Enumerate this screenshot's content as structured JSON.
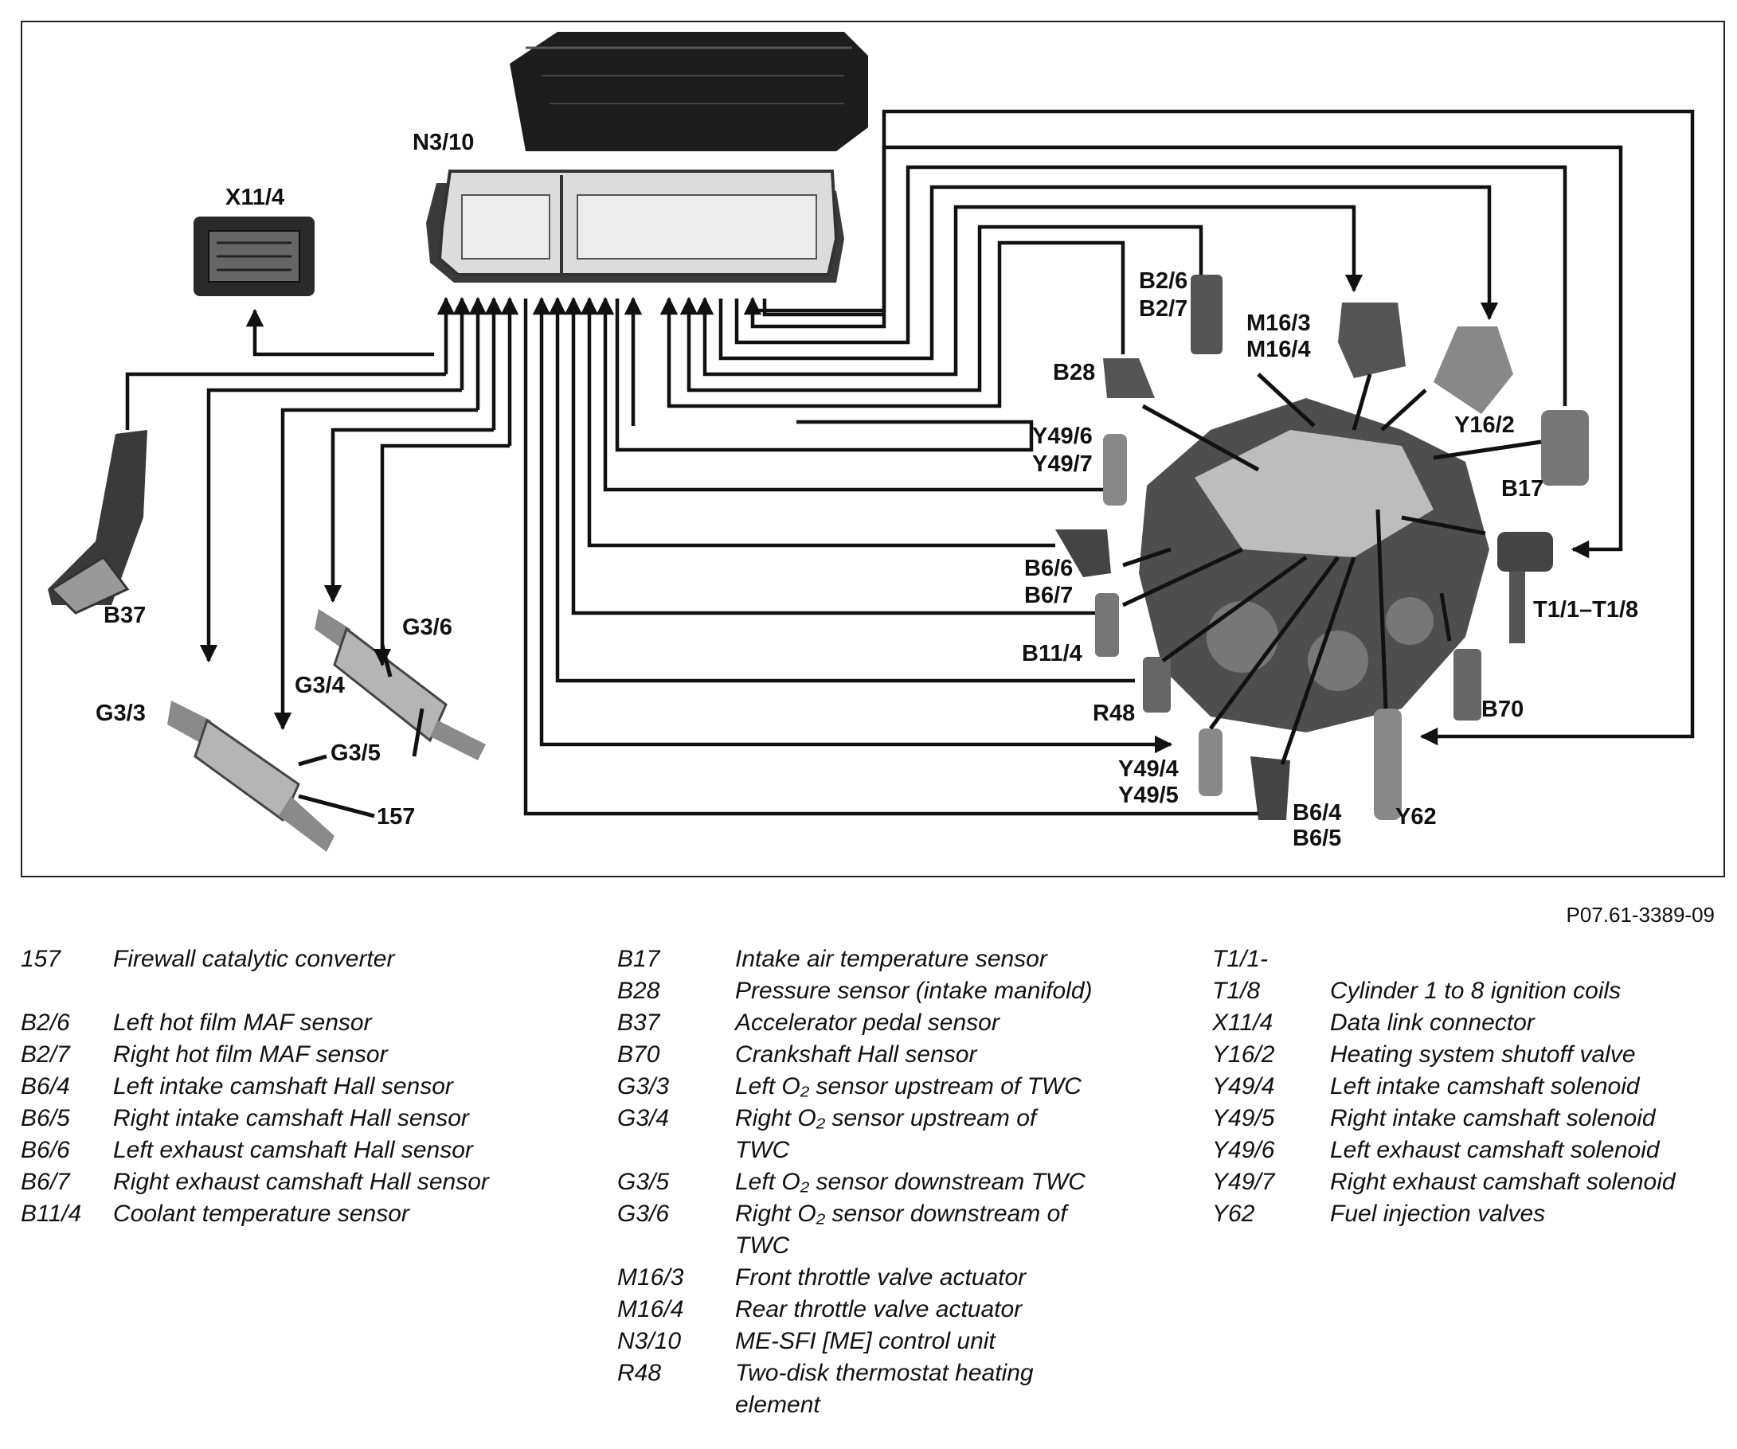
{
  "labels": {
    "n3_10": "N3/10",
    "x11_4": "X11/4",
    "b2_6": "B2/6",
    "b2_7": "B2/7",
    "m16_3": "M16/3",
    "m16_4": "M16/4",
    "b28": "B28",
    "y16_2": "Y16/2",
    "y49_6": "Y49/6",
    "y49_7": "Y49/7",
    "b17": "B17",
    "b6_6": "B6/6",
    "b6_7": "B6/7",
    "t1": "T1/1–T1/8",
    "b11_4": "B11/4",
    "r48": "R48",
    "b70": "B70",
    "y49_4": "Y49/4",
    "y49_5": "Y49/5",
    "b6_4": "B6/4",
    "b6_5": "B6/5",
    "y62": "Y62",
    "b37": "B37",
    "g3_6": "G3/6",
    "g3_4": "G3/4",
    "g3_3": "G3/3",
    "g3_5": "G3/5",
    "c157": "157"
  },
  "reference": "P07.61-3389-09",
  "legend": {
    "col1": [
      {
        "code": "157",
        "text": "Firewall catalytic converter"
      },
      {
        "code": "",
        "text": ""
      },
      {
        "code": "B2/6",
        "text": "Left hot film MAF sensor"
      },
      {
        "code": "B2/7",
        "text": "Right hot film MAF sensor"
      },
      {
        "code": "B6/4",
        "text": "Left intake camshaft Hall sensor"
      },
      {
        "code": "B6/5",
        "text": "Right intake camshaft Hall sensor"
      },
      {
        "code": "B6/6",
        "text": "Left exhaust camshaft Hall sensor"
      },
      {
        "code": "B6/7",
        "text": "Right exhaust camshaft Hall sensor"
      },
      {
        "code": "B11/4",
        "text": "Coolant temperature sensor"
      }
    ],
    "col2": [
      {
        "code": "B17",
        "text": "Intake air temperature sensor"
      },
      {
        "code": "B28",
        "text": "Pressure sensor (intake manifold)"
      },
      {
        "code": "B37",
        "text": "Accelerator pedal sensor"
      },
      {
        "code": "B70",
        "text": "Crankshaft Hall sensor"
      },
      {
        "code": "G3/3",
        "text": "Left O₂ sensor upstream of TWC"
      },
      {
        "code": "G3/4",
        "text": "Right O₂ sensor upstream of"
      },
      {
        "code": "",
        "text": "TWC"
      },
      {
        "code": "G3/5",
        "text": "Left O₂ sensor downstream TWC"
      },
      {
        "code": "G3/6",
        "text": "Right O₂ sensor downstream of"
      },
      {
        "code": "",
        "text": "TWC"
      },
      {
        "code": "M16/3",
        "text": "Front throttle valve actuator"
      },
      {
        "code": "M16/4",
        "text": "Rear throttle valve actuator"
      },
      {
        "code": "N3/10",
        "text": "ME-SFI [ME] control unit"
      },
      {
        "code": "R48",
        "text": "Two-disk thermostat heating"
      },
      {
        "code": "",
        "text": "element"
      }
    ],
    "col3": [
      {
        "code": "T1/1-",
        "text": ""
      },
      {
        "code": "T1/8",
        "text": "Cylinder 1 to 8 ignition coils"
      },
      {
        "code": "X11/4",
        "text": "Data link connector"
      },
      {
        "code": "Y16/2",
        "text": "Heating system shutoff valve"
      },
      {
        "code": "Y49/4",
        "text": "Left intake camshaft solenoid"
      },
      {
        "code": "Y49/5",
        "text": "Right intake camshaft solenoid"
      },
      {
        "code": "Y49/6",
        "text": "Left exhaust camshaft solenoid"
      },
      {
        "code": "Y49/7",
        "text": "Right exhaust camshaft solenoid"
      },
      {
        "code": "Y62",
        "text": "Fuel injection valves"
      }
    ]
  }
}
